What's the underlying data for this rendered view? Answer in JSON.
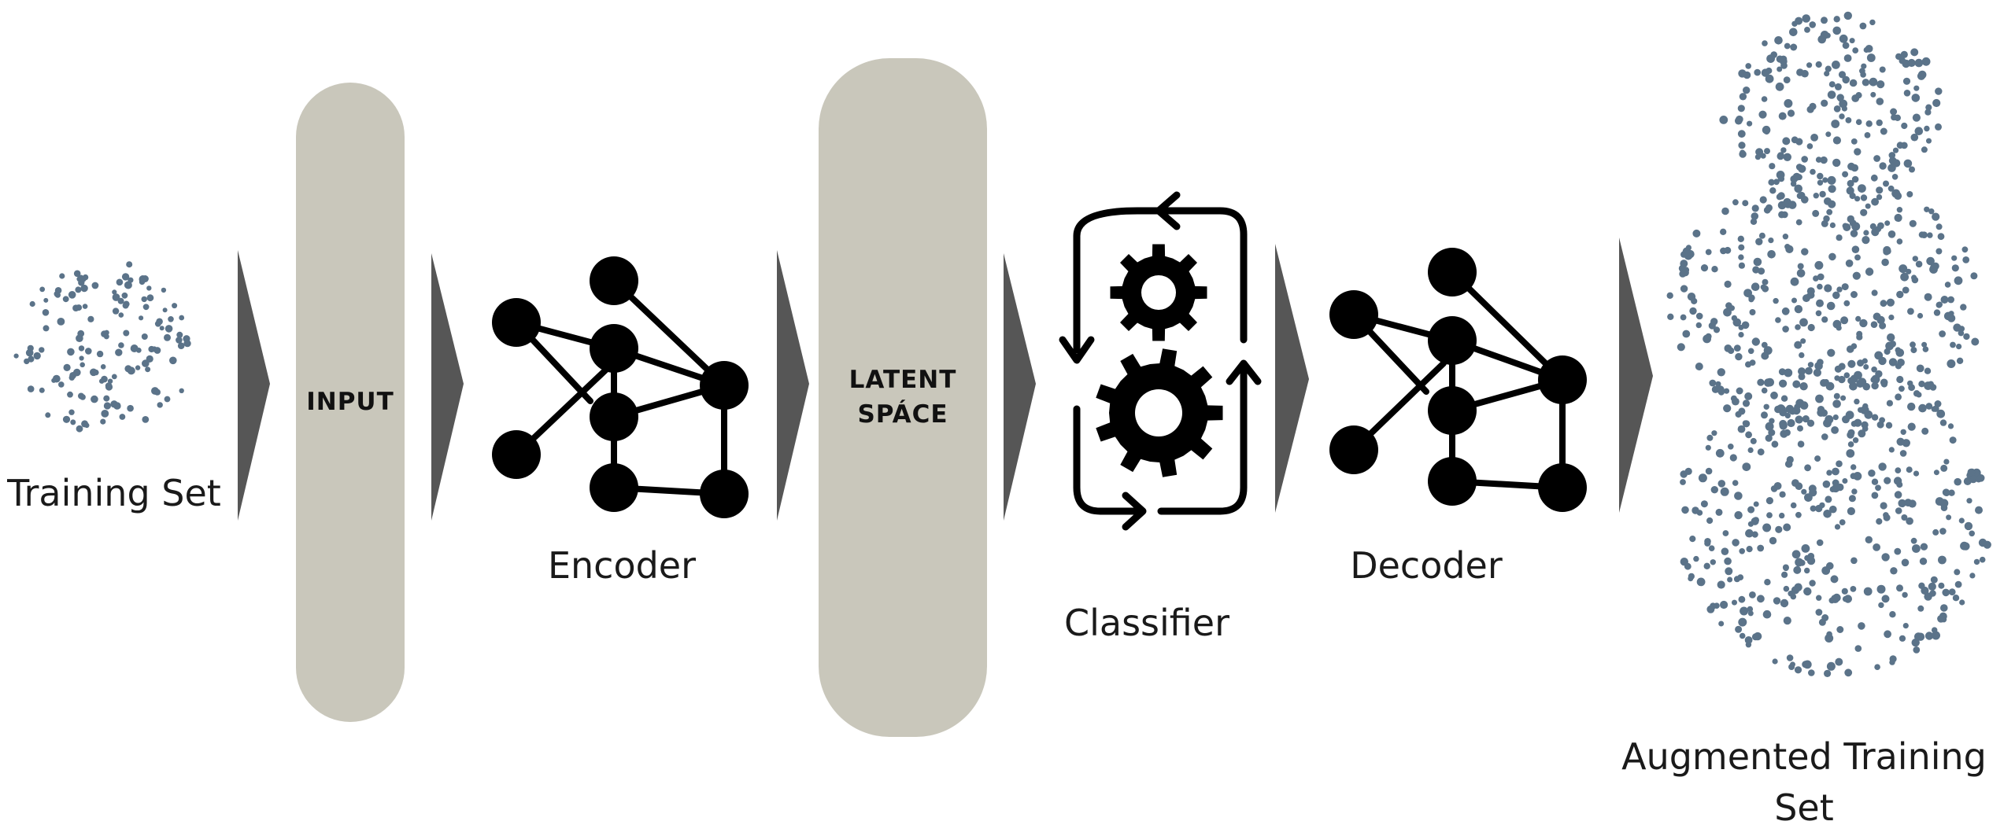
{
  "labels": {
    "training_set": "Training Set",
    "input": "INPUT",
    "encoder": "Encoder",
    "latent_line1": "LATENT",
    "latent_line2": "SPÁCE",
    "classifier": "Classifier",
    "decoder": "Decoder",
    "augmented_line1": "Augmented Training",
    "augmented_line2": "Set"
  },
  "colors": {
    "dots": "#5b7389",
    "arrows": "#565656",
    "pills": "#c9c7bb",
    "icons": "#000000"
  },
  "icons": [
    "dot-cloud",
    "arrow-right",
    "network-graph-icon",
    "gears-cycle-icon"
  ]
}
